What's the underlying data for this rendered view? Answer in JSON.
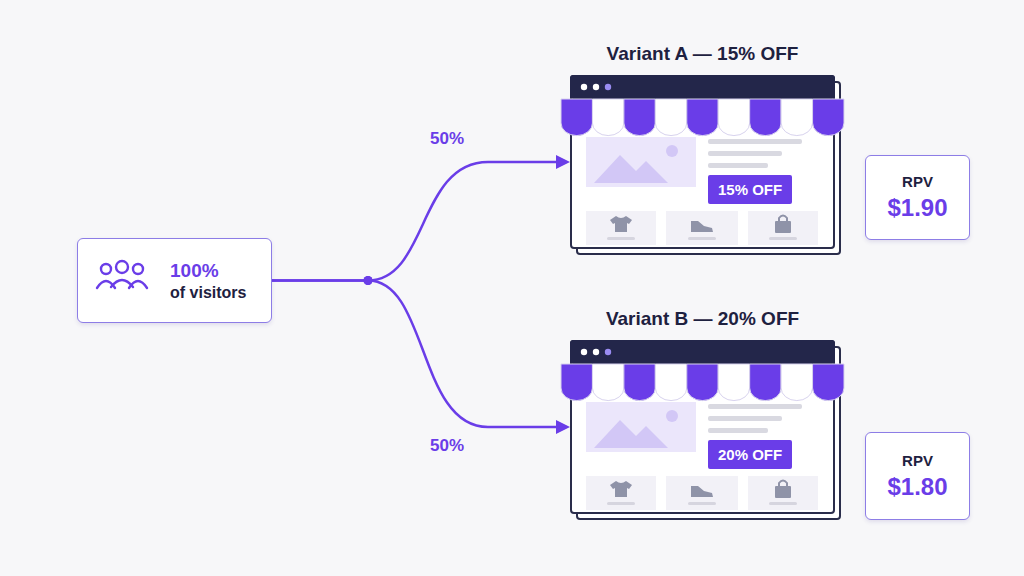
{
  "diagram": {
    "nodes": [
      {
        "text": [
          "100%",
          "of visitors"
        ]
      },
      {
        "text": [
          "Variant A — 15% OFF"
        ]
      },
      {
        "text": [
          "15% OFF"
        ],
        "in": 1
      },
      {
        "text": [
          "RPV",
          "$1.90"
        ]
      },
      {
        "text": [
          "Variant B — 20% OFF"
        ]
      },
      {
        "text": [
          "20% OFF"
        ],
        "in": 4
      },
      {
        "text": [
          "RPV",
          "$1.80"
        ]
      }
    ],
    "edges": [
      {
        "from": 0,
        "to": 1,
        "label": "50%",
        "arrow": "to"
      },
      {
        "from": 0,
        "to": 4,
        "label": "50%",
        "arrow": "to"
      }
    ]
  }
}
